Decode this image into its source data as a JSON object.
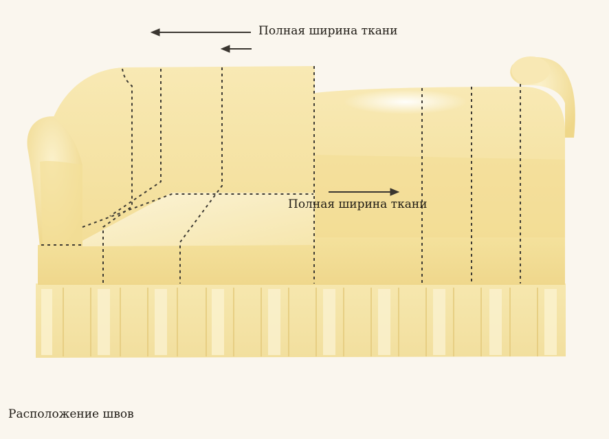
{
  "labels": {
    "top": "Полная ширина ткани",
    "middle": "Полная ширина ткани"
  },
  "caption": "Расположение швов",
  "colors": {
    "background": "#faf6ee",
    "fabric_light": "#f9eec2",
    "fabric_mid": "#f4e3a0",
    "fabric_dark": "#ecd486",
    "seam": "#3d3a33",
    "arrow": "#3a3630"
  },
  "icons": [
    "arrow-left-icon",
    "arrow-right-icon"
  ]
}
